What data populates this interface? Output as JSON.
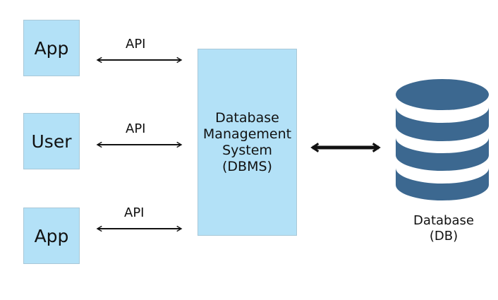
{
  "clients": [
    {
      "label": "App"
    },
    {
      "label": "User"
    },
    {
      "label": "App"
    }
  ],
  "api_labels": [
    "API",
    "API",
    "API"
  ],
  "dbms": {
    "lines": [
      "Database",
      "Management",
      "System",
      "(DBMS)"
    ]
  },
  "database": {
    "lines": [
      "Database",
      "(DB)"
    ]
  },
  "colors": {
    "box_fill": "#b3e1f7",
    "cylinder_fill": "#3c6890",
    "arrow": "#111111"
  }
}
